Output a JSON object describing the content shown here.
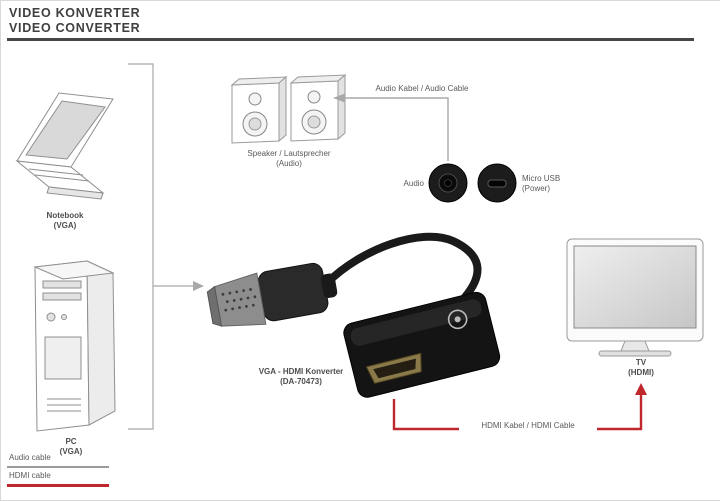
{
  "header": {
    "title_line1": "VIDEO KONVERTER",
    "title_line2": "VIDEO CONVERTER"
  },
  "diagram": {
    "notebook": {
      "name": "Notebook",
      "port": "(VGA)"
    },
    "pc": {
      "name": "PC",
      "port": "(VGA)"
    },
    "speakers": {
      "name": "Speaker / Lautsprecher",
      "port": "(Audio)"
    },
    "audio_cable_label": "Audio Kabel / Audio Cable",
    "audio_port_label": "Audio",
    "micro_usb": {
      "line1": "Micro USB",
      "line2": "(Power)"
    },
    "converter": {
      "name": "VGA - HDMI Konverter",
      "model": "(DA-70473)"
    },
    "tv": {
      "name": "TV",
      "port": "(HDMI)"
    },
    "hdmi_cable_label": "HDMI Kabel / HDMI Cable"
  },
  "legend": {
    "audio_cable": "Audio cable",
    "hdmi_cable": "HDMI cable"
  },
  "icons": {
    "notebook-icon": "laptop line art",
    "pc-icon": "desktop tower line art",
    "speakers-icon": "stereo speakers line art",
    "audio-port-icon": "3.5mm audio jack front view",
    "micro-usb-port-icon": "micro usb port front view",
    "vga-connector-icon": "vga plug",
    "converter-dongle-icon": "hdmi converter dongle",
    "tv-icon": "flat screen tv",
    "arrow-icon": "connection arrows"
  },
  "colors": {
    "accent_red": "#c0272d",
    "line_gray": "#a8a8a8",
    "title_gray": "#3f3f3f"
  }
}
